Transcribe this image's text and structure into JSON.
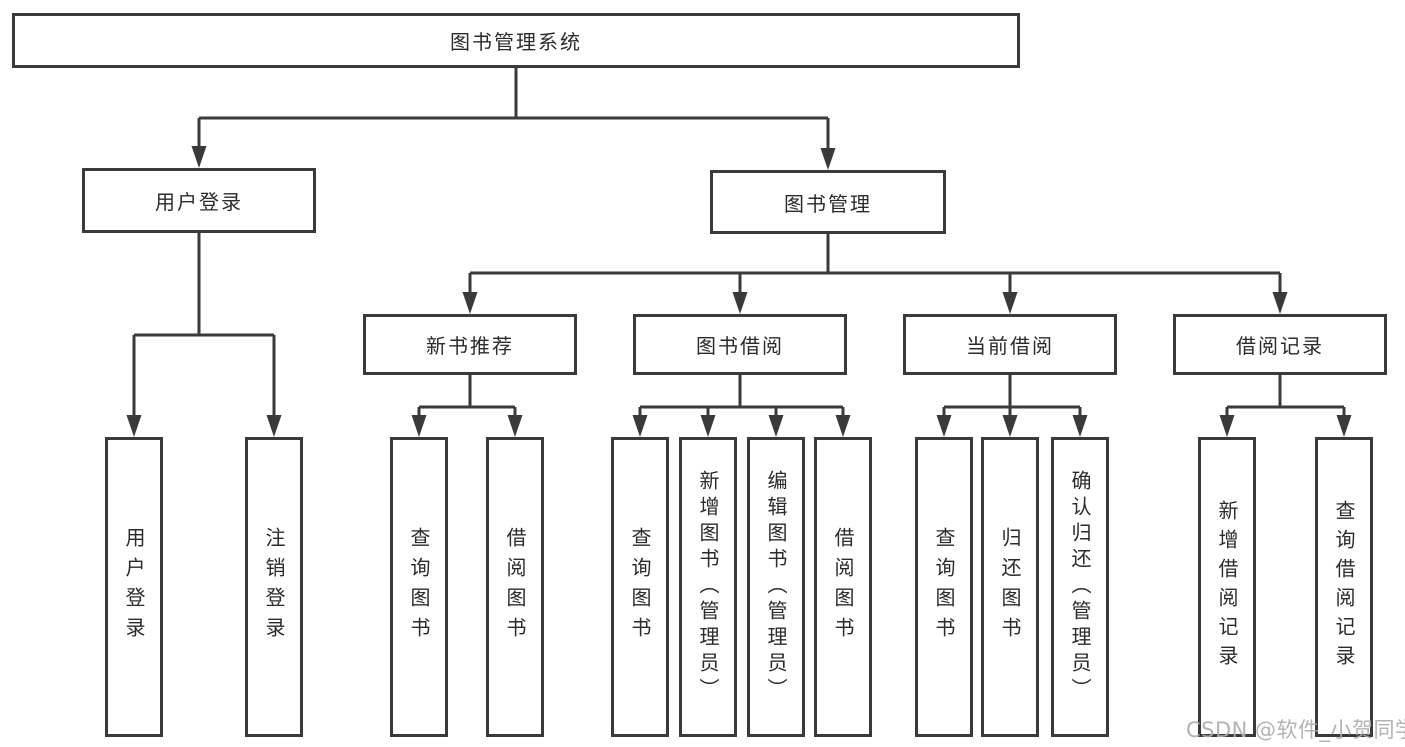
{
  "nodes": {
    "root": {
      "label": "图书管理系统"
    },
    "user_login": {
      "label": "用户登录"
    },
    "book_mgmt": {
      "label": "图书管理"
    },
    "new_book_rec": {
      "label": "新书推荐"
    },
    "book_borrow": {
      "label": "图书借阅"
    },
    "current_borrow": {
      "label": "当前借阅"
    },
    "borrow_records": {
      "label": "借阅记录"
    },
    "leaf_user_login": {
      "label": "用户登录"
    },
    "leaf_logout": {
      "label": "注销登录"
    },
    "leaf_query_book_rec": {
      "label": "查询图书"
    },
    "leaf_borrow_book_rec": {
      "label": "借阅图书"
    },
    "leaf_query_book_borrow": {
      "label": "查询图书"
    },
    "leaf_add_book_admin": {
      "label": "新增图书（管理员）"
    },
    "leaf_edit_book_admin": {
      "label": "编辑图书（管理员）"
    },
    "leaf_borrow_book_borrow": {
      "label": "借阅图书"
    },
    "leaf_query_book_current": {
      "label": "查询图书"
    },
    "leaf_return_book": {
      "label": "归还图书"
    },
    "leaf_confirm_return_admin": {
      "label": "确认归还（管理员）"
    },
    "leaf_add_borrow_record": {
      "label": "新增借阅记录"
    },
    "leaf_query_borrow_record": {
      "label": "查询借阅记录"
    }
  },
  "watermark": {
    "text": "CSDN @软件_小贺同学"
  },
  "colors": {
    "line": "#3a3a3a",
    "text": "#2b2b2b",
    "background": "#ffffff",
    "watermark": "#adadad"
  }
}
